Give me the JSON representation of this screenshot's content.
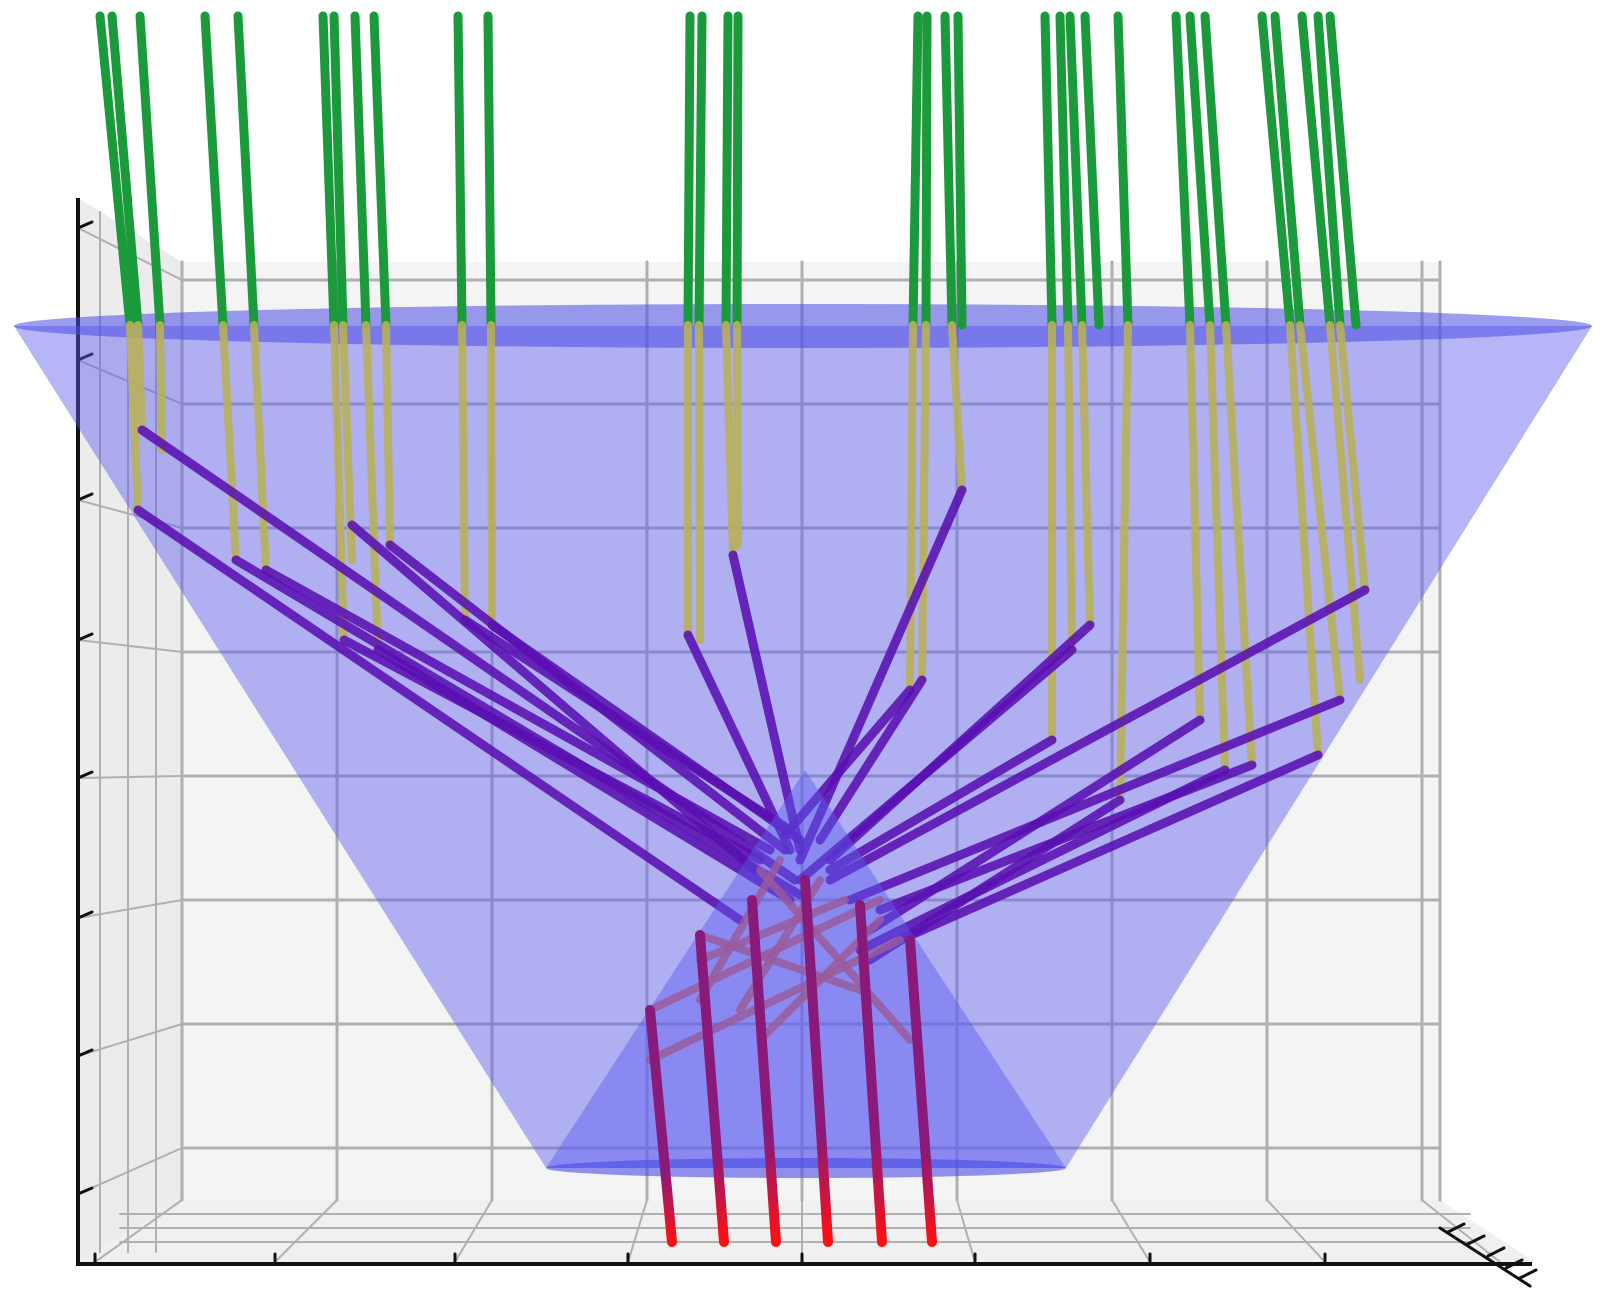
{
  "colors": {
    "background": "#ffffff",
    "pane_back": "#f4f4f4",
    "pane_side": "#ececec",
    "pane_floor": "#f0f0f0",
    "grid": "#b0b0b0",
    "axis": "#111111",
    "lens": "#5b5bf0",
    "lens_rim": "#4a4ae6",
    "incoming_ray": "#1a9a3a",
    "in_lens_ray": "#b8b05a",
    "refracted_ray": "#5a10b0",
    "exit_ray_mid": "#8a1a7a",
    "exit_ray_end": "#ff1010"
  },
  "icons": {
    "incident-rays": "green-ray-lines",
    "lens-body": "blue-frustum",
    "focused-rays": "purple-ray-lines",
    "output-rays": "red-ray-lines"
  }
}
